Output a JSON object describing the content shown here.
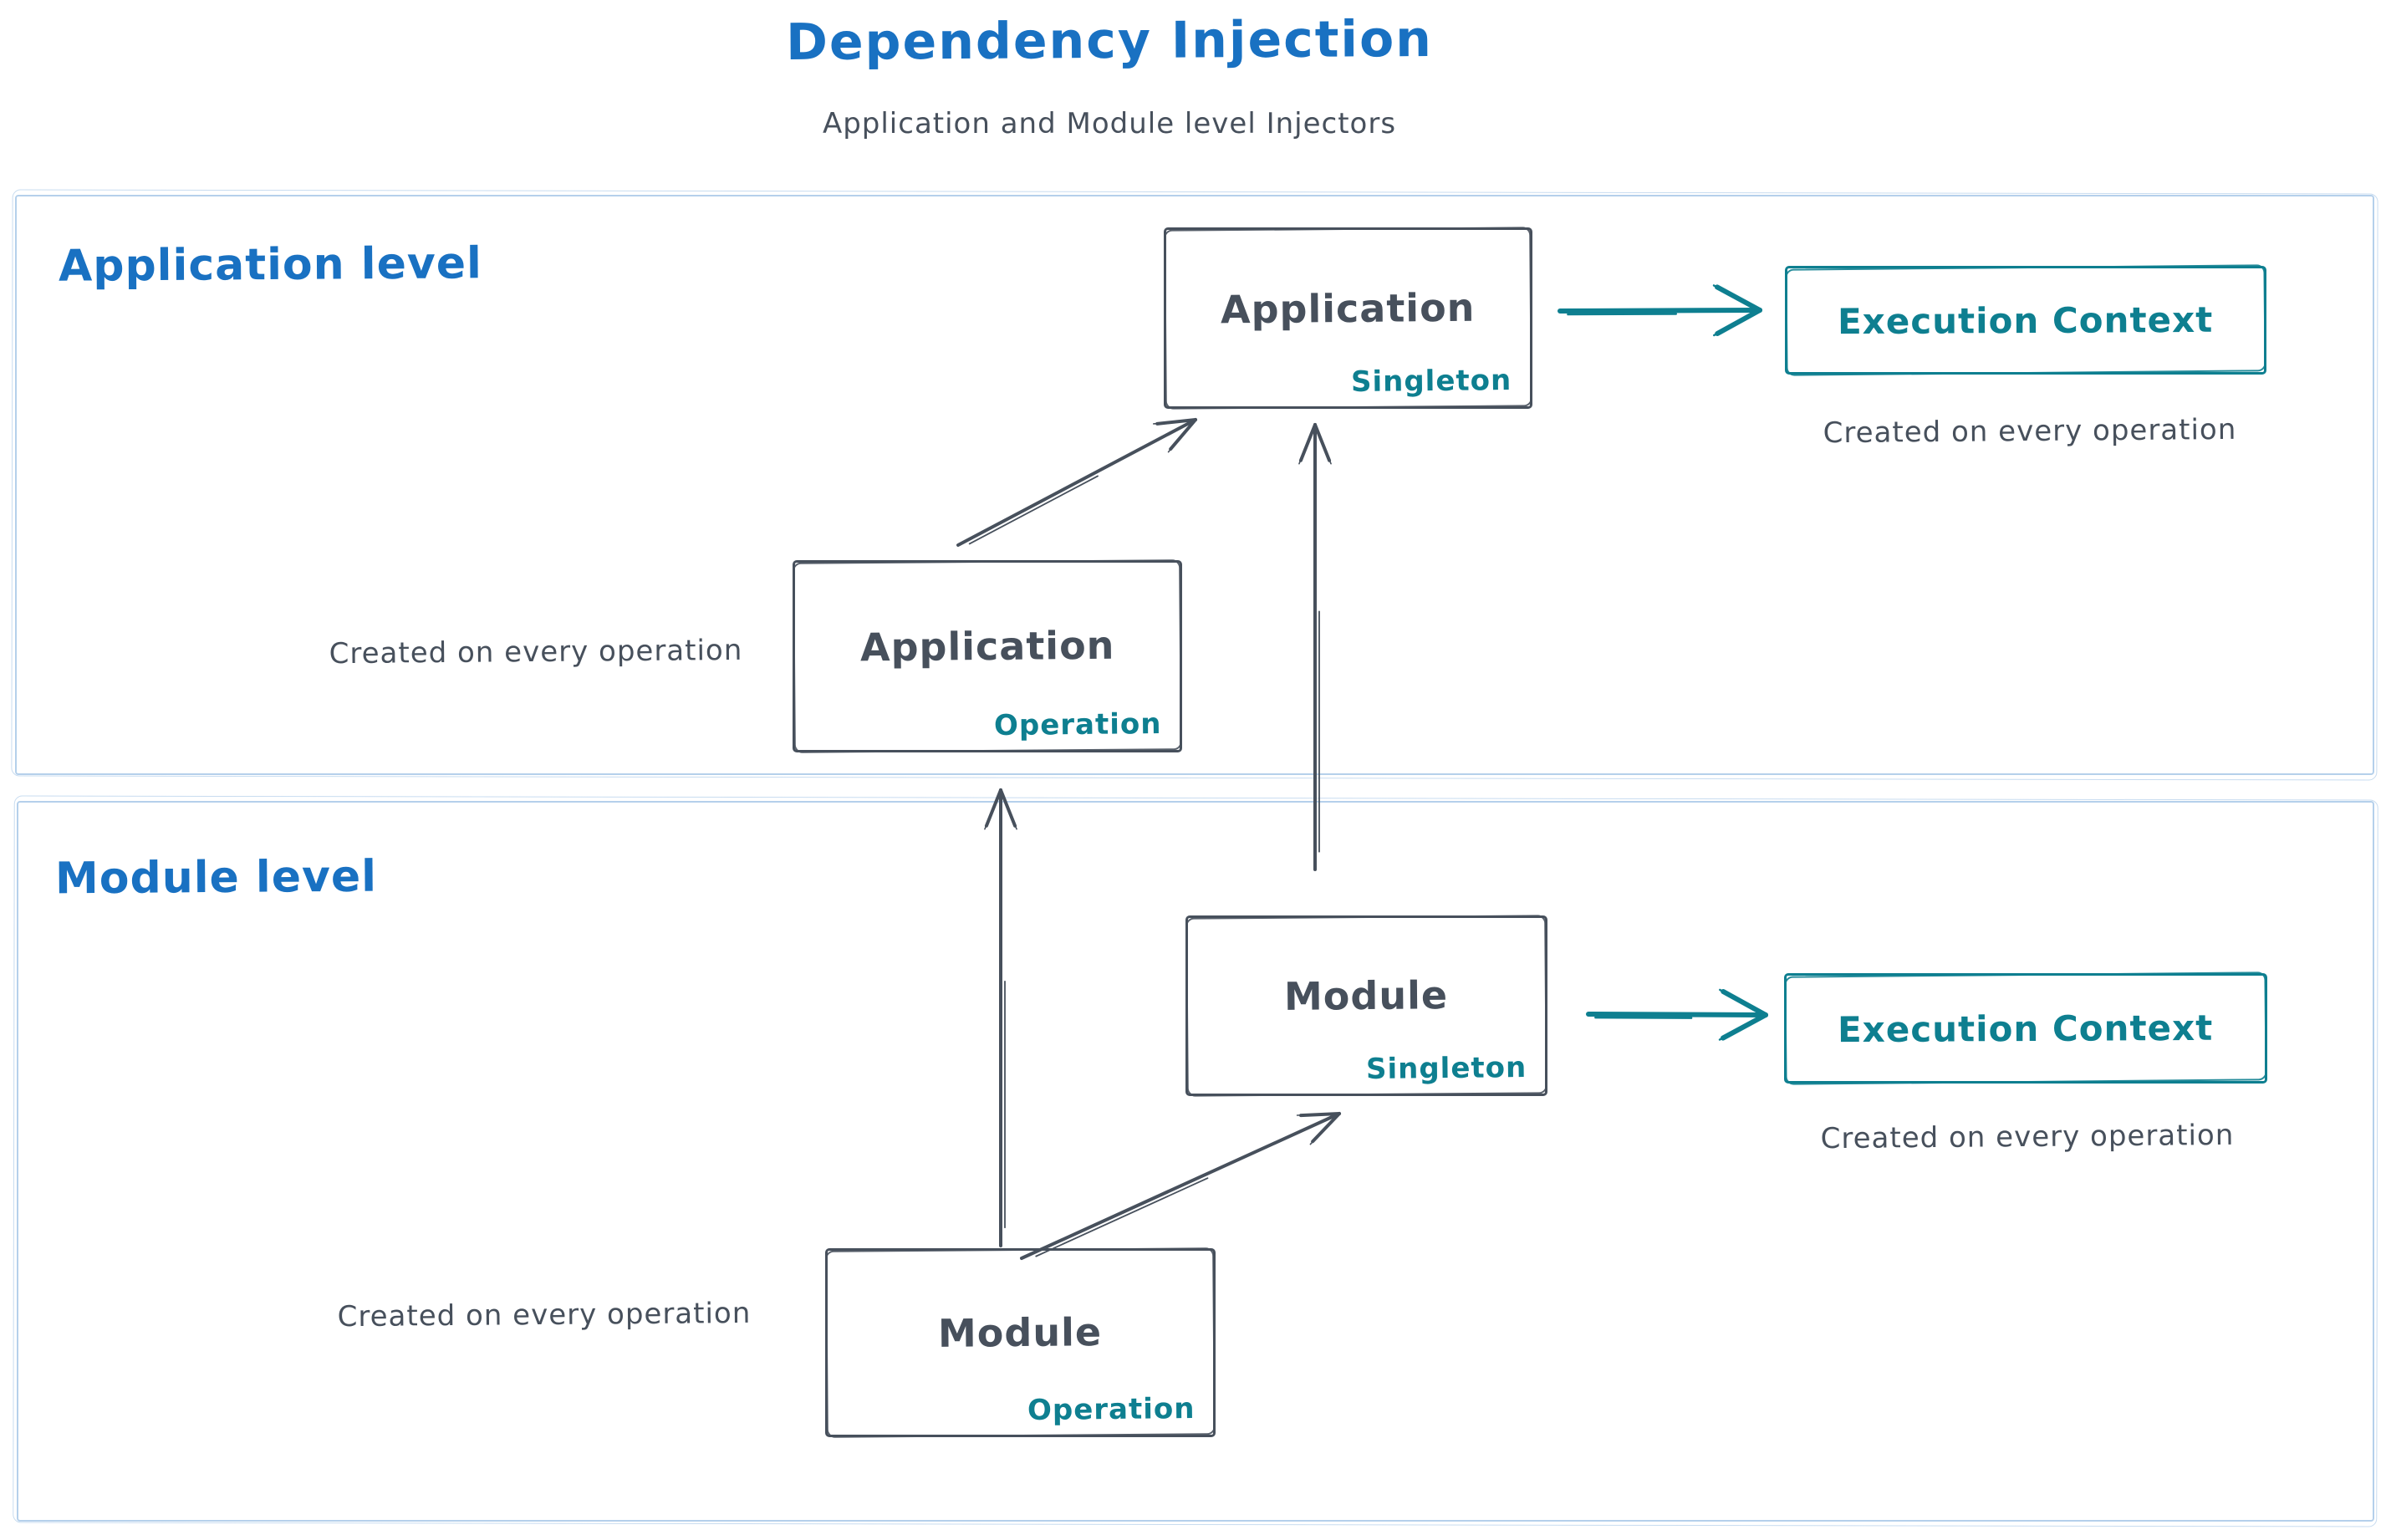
{
  "title": "Dependency Injection",
  "subtitle": "Application and Module level Injectors",
  "colors": {
    "blue": "#1971c2",
    "teal": "#0e7f90",
    "ink": "#47505c",
    "frame": "#b5d0eb"
  },
  "sections": [
    {
      "label": "Application level"
    },
    {
      "label": "Module level"
    }
  ],
  "nodes": {
    "app_singleton": {
      "title": "Application",
      "subtitle": "Singleton"
    },
    "app_operation": {
      "title": "Application",
      "subtitle": "Operation"
    },
    "module_singleton": {
      "title": "Module",
      "subtitle": "Singleton"
    },
    "module_operation": {
      "title": "Module",
      "subtitle": "Operation"
    },
    "exec_context_app": {
      "title": "Execution Context"
    },
    "exec_context_module": {
      "title": "Execution Context"
    }
  },
  "captions": {
    "app_operation_note": "Created on every operation",
    "module_operation_note": "Created on every operation",
    "exec_context_app_note": "Created on every operation",
    "exec_context_module_note": "Created on every operation"
  }
}
